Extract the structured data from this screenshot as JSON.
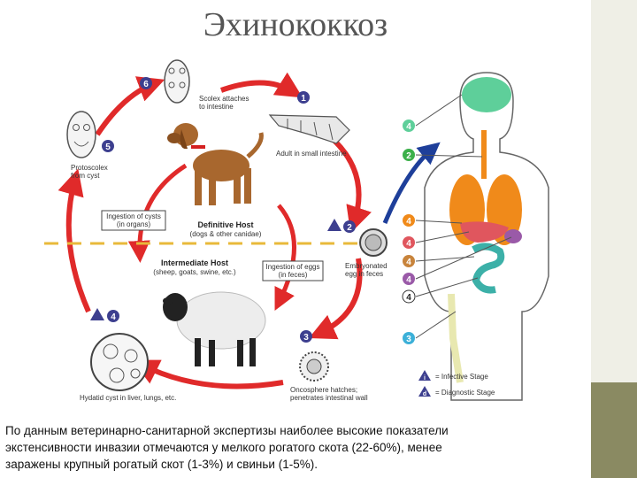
{
  "title": "Эхинококкоз",
  "diagram": {
    "labels": {
      "scolex": [
        "Scolex attaches",
        "to intestine"
      ],
      "adult": "Adult in small intestine",
      "protoscolex": [
        "Protoscolex",
        "from cyst"
      ],
      "definitive_host": "Definitive Host",
      "definitive_host_sub": "(dogs & other canidae)",
      "ingestion_cysts": [
        "Ingestion of cysts",
        "(in organs)"
      ],
      "intermediate_host": "Intermediate Host",
      "intermediate_host_sub": "(sheep, goats, swine, etc.)",
      "ingestion_eggs": [
        "Ingestion of eggs",
        "(in feces)"
      ],
      "embryonated": [
        "Embryonated",
        "egg in feces"
      ],
      "oncosphere": [
        "Oncosphere hatches;",
        "penetrates intestinal wall"
      ],
      "hydatid": "Hydatid cyst in liver, lungs, etc.",
      "infective_stage": "= Infective Stage",
      "diagnostic_stage": "= Diagnostic Stage"
    },
    "stages": [
      "1",
      "2",
      "3",
      "4",
      "5",
      "6"
    ],
    "organ_markers": [
      "4",
      "2",
      "4",
      "4",
      "4",
      "4",
      "4",
      "3"
    ],
    "legend_symbols": [
      "i",
      "d"
    ],
    "colors": {
      "cycle_arrow": "#e02a2a",
      "stage_circle": "#3d3f8f",
      "human_arrow": "#1e3f9a",
      "divider": "#e8b93a"
    }
  },
  "caption": [
    "По данным ветеринарно-санитарной экспертизы наиболее высокие показатели",
    "экстенсивности инвазии отмечаются у мелкого рогатого скота (22-60%), менее",
    "заражены крупный рогатый скот (1-3%) и свиньи (1-5%)."
  ]
}
